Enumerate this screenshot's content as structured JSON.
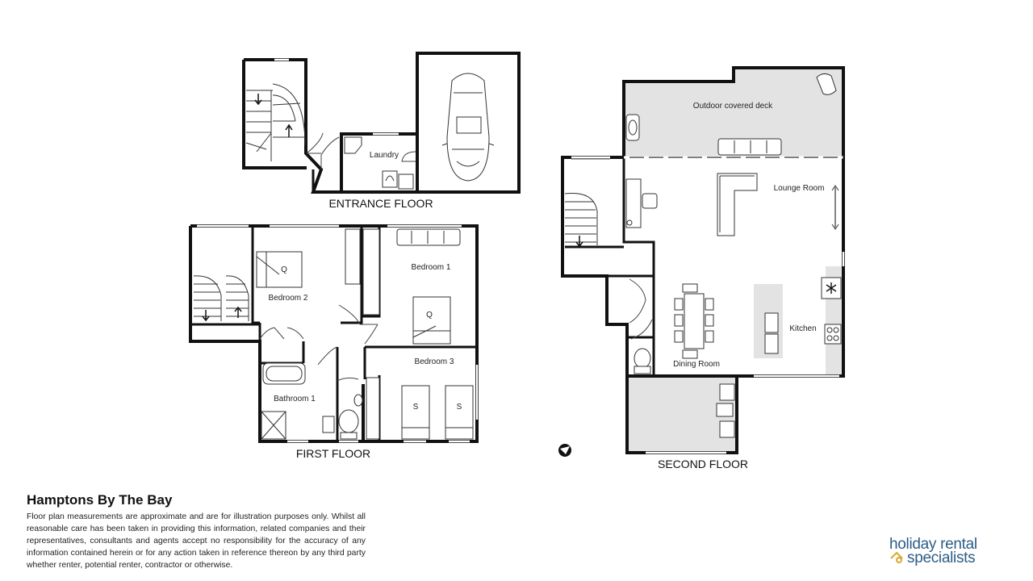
{
  "floors": {
    "entrance": "ENTRANCE FLOOR",
    "first": "FIRST FLOOR",
    "second": "SECOND FLOOR"
  },
  "rooms": {
    "laundry": "Laundry",
    "bedroom1": "Bedroom 1",
    "bedroom2": "Bedroom 2",
    "bedroom3": "Bedroom 3",
    "bathroom1": "Bathroom 1",
    "outdoor_deck": "Outdoor covered deck",
    "lounge": "Lounge Room",
    "kitchen": "Kitchen",
    "dining": "Dining Room"
  },
  "beds": {
    "queen": "Q",
    "single": "S"
  },
  "footer": {
    "title": "Hamptons By The Bay",
    "disclaimer": "Floor plan measurements are approximate and are for illustration purposes only. Whilst all reasonable care has been taken in providing this information, related companies and their representatives, consultants and agents accept no responsibility for the accuracy of any information contained herein or for any action taken in reference thereon by any third party whether renter, potential renter, contractor or otherwise."
  },
  "brand": {
    "line1": "holiday rental",
    "line2": "specialists",
    "color": "#2c5d86",
    "accent": "#d9a72b"
  },
  "icons": {
    "north": "compass-north-icon",
    "fridge": "snowflake-icon"
  }
}
